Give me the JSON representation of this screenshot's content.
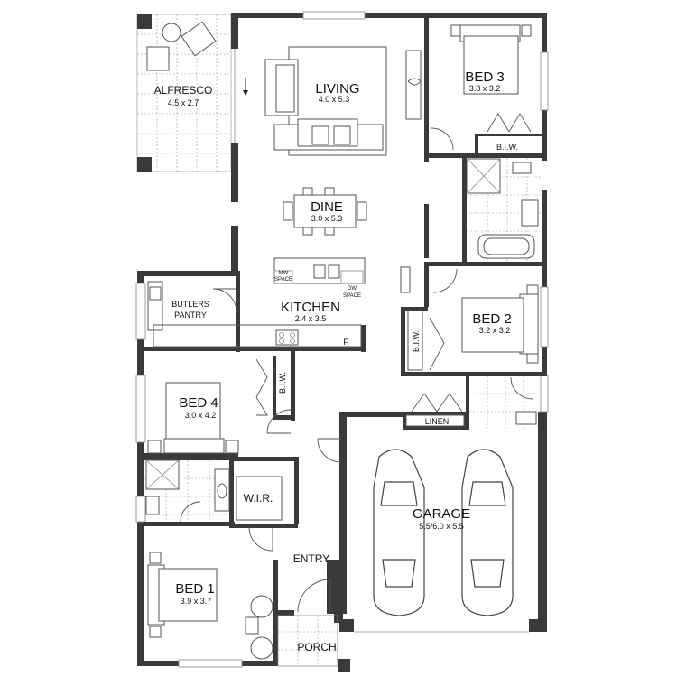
{
  "rooms": {
    "alfresco": {
      "name": "ALFRESCO",
      "size": "4.5 x 2.7"
    },
    "living": {
      "name": "LIVING",
      "size": "4.0 x 5.3"
    },
    "bed3": {
      "name": "BED 3",
      "size": "3.8 x 3.2"
    },
    "bed3_biw": {
      "name": "B.I.W."
    },
    "dine": {
      "name": "DINE",
      "size": "3.0 x 5.3"
    },
    "butlers_pantry": {
      "name_line1": "BUTLERS",
      "name_line2": "PANTRY"
    },
    "kitchen": {
      "name": "KITCHEN",
      "size": "2.4 x 3.5"
    },
    "mw_space": {
      "line1": "MW",
      "line2": "SPACE"
    },
    "dw_space": {
      "line1": "DW",
      "line2": "SPACE"
    },
    "fridge": {
      "name": "F"
    },
    "bed2": {
      "name": "BED 2",
      "size": "3.2 x 3.2"
    },
    "bed2_biw": {
      "name": "B.I.W."
    },
    "bed4": {
      "name": "BED 4",
      "size": "3.0 x 4.2"
    },
    "bed4_biw": {
      "name": "B.I.W."
    },
    "linen": {
      "name": "LINEN"
    },
    "wir": {
      "name": "W.I.R."
    },
    "garage": {
      "name": "GARAGE",
      "size": "5.5/6.0 x 5.5"
    },
    "entry": {
      "name": "ENTRY"
    },
    "bed1": {
      "name": "BED 1",
      "size": "3.9 x 3.7"
    },
    "porch": {
      "name": "PORCH"
    }
  }
}
